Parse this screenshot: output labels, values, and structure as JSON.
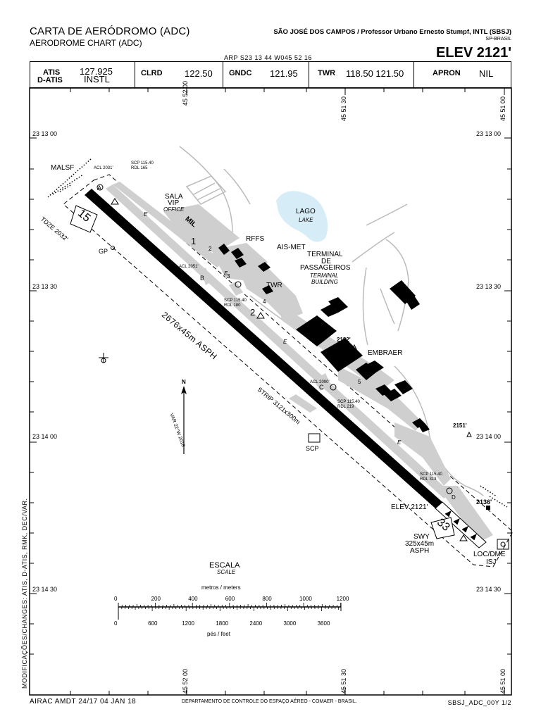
{
  "header": {
    "title_pt": "CARTA DE AERÓDROMO (ADC)",
    "title_en": "AERODROME CHART (ADC)",
    "airport": "SÃO JOSÉ DOS CAMPOS / Professor Urbano Ernesto Stumpf, INTL (SBSJ)",
    "state": "SP-BRASIL",
    "arp": "ARP  S23  13  44  W045  52  16",
    "elev": "ELEV 2121'"
  },
  "freqs": {
    "atis_label": "ATIS",
    "datis_label": "D-ATIS",
    "atis_value": "127.925",
    "datis_value": "INSTL",
    "clrd_label": "CLRD",
    "clrd_value": "122.50",
    "gndc_label": "GNDC",
    "gndc_value": "121.95",
    "twr_label": "TWR",
    "twr_value": "118.50  121.50",
    "apron_label": "APRON",
    "apron_value": "NIL"
  },
  "grid": {
    "lon_top_1": "45 52 00",
    "lon_top_2": "45 51 30",
    "lon_top_3": "45 51 00",
    "lon_bot_1": "45 52 00",
    "lon_bot_2": "45 51 30",
    "lon_bot_3": "45 51 00",
    "lat_1": "23 13 00",
    "lat_2": "23 13 30",
    "lat_3": "23 14 00",
    "lat_4": "23 14 30"
  },
  "labels": {
    "malsf": "MALSF",
    "acl_2031": "ACL 2031'",
    "scp_165": "SCP 115.40",
    "scp_165b": "RDL 165",
    "sala": "SALA",
    "vip": "VIP",
    "office": "OFFICE",
    "mil": "MIL",
    "tdze": "TDZE 2032'",
    "rwy15": "15",
    "gp": "GP",
    "rffs": "RFFS",
    "ais_met": "AIS-MET",
    "lago": "LAGO",
    "lake": "LAKE",
    "terminal1": "TERMINAL",
    "terminal2": "DE",
    "terminal3": "PASSAGEIROS",
    "terminal_en1": "TERMINAL",
    "terminal_en2": "BUILDING",
    "twr": "TWR",
    "acl_2051": "ACL 2051'",
    "twy_b": "B",
    "twy_a": "A",
    "twy_c": "C",
    "twy_d": "D",
    "twy_e1": "E",
    "twy_e2": "E",
    "twy_e3": "E",
    "twy_e4": "E",
    "apron1": "1",
    "apron2": "2",
    "spot2": "2",
    "spot3": "3",
    "spot4": "4",
    "spot5": "5",
    "scp_180": "SCP 115.40",
    "scp_180b": "RDL 180",
    "rwy_dim": "2676x45m ASPH",
    "elev_2182": "2182'",
    "embraer": "EMBRAER",
    "acl_2090": "ACL 2090'",
    "scp_219": "SCP 115.40",
    "scp_219b": "RDL 219",
    "strip": "STRIP 3121x300m",
    "scp": "SCP",
    "elev_2151": "2151'",
    "scp_313": "SCP 115.40",
    "scp_313b": "RDL 313",
    "elev_2136": "2136'",
    "elev_rwy": "ELEV 2121'",
    "rwy33": "33",
    "swy1": "SWY",
    "swy2": "325x45m",
    "swy3": "ASPH",
    "loc1": "LOC/DME",
    "loc2": "ISJ",
    "north": "N",
    "var": "VAR 22°W 2018",
    "escala": "ESCALA",
    "scale": "SCALE",
    "metros": "metros  /  meters",
    "pes": "pés  /  feet"
  },
  "scale_m": [
    "0",
    "200",
    "400",
    "600",
    "800",
    "1000",
    "1200"
  ],
  "scale_ft": [
    "0",
    "600",
    "1200",
    "1800",
    "2400",
    "3000",
    "3600"
  ],
  "footer": {
    "side": "MODIFICAÇÕES/CHANGES: ATIS, D-ATIS, RMK, DEC/VAR.",
    "airac": "AIRAC  AMDT  24/17  04  JAN  18",
    "dept": "DEPARTAMENTO DE CONTROLE DO ESPAÇO AÉREO - COMAER - BRASIL.",
    "code": "SBSJ_ADC_00Y  1/2"
  }
}
